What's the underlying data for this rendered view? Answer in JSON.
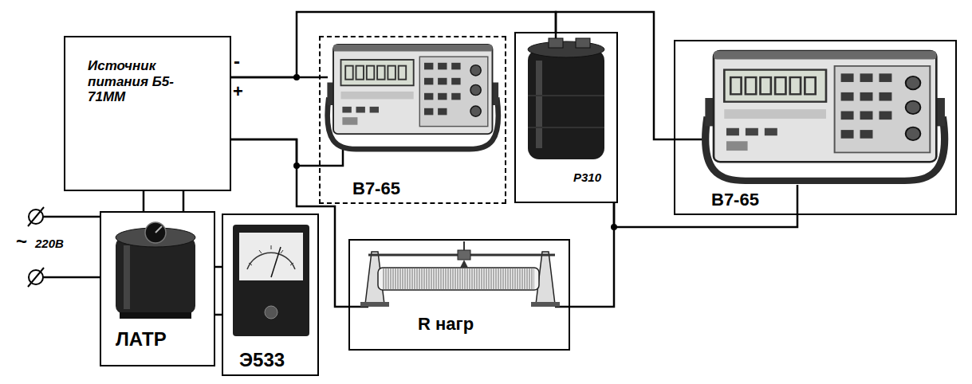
{
  "diagram": {
    "nodes": [
      {
        "text": [
          "Источник питания Б5-71ММ"
        ]
      },
      {
        "text": [
          "В7-65"
        ]
      },
      {
        "text": [
          "Р310"
        ]
      },
      {
        "text": [
          "В7-65"
        ]
      },
      {
        "text": [
          "ЛАТР"
        ]
      },
      {
        "text": [
          "Э533"
        ]
      },
      {
        "text": [
          "R нагр"
        ]
      }
    ],
    "edges": [
      {
        "from": 0,
        "to": 4,
        "arrow": "none"
      },
      {
        "from": 0,
        "to": 4,
        "arrow": "none"
      },
      {
        "from": 4,
        "to": 5,
        "arrow": "none"
      },
      {
        "from": 4,
        "to": 5,
        "arrow": "none"
      },
      {
        "from": 0,
        "to": 1,
        "arrow": "none"
      },
      {
        "from": 0,
        "to": 1,
        "arrow": "none"
      },
      {
        "from": 0,
        "to": 2,
        "arrow": "none"
      },
      {
        "from": 2,
        "to": 3,
        "arrow": "none"
      },
      {
        "from": 0,
        "to": 6,
        "arrow": "none"
      },
      {
        "from": 6,
        "to": 2,
        "arrow": "none"
      },
      {
        "from": 2,
        "to": 3,
        "arrow": "none"
      }
    ],
    "labels": [
      "-",
      "+",
      "~",
      "220В"
    ]
  }
}
